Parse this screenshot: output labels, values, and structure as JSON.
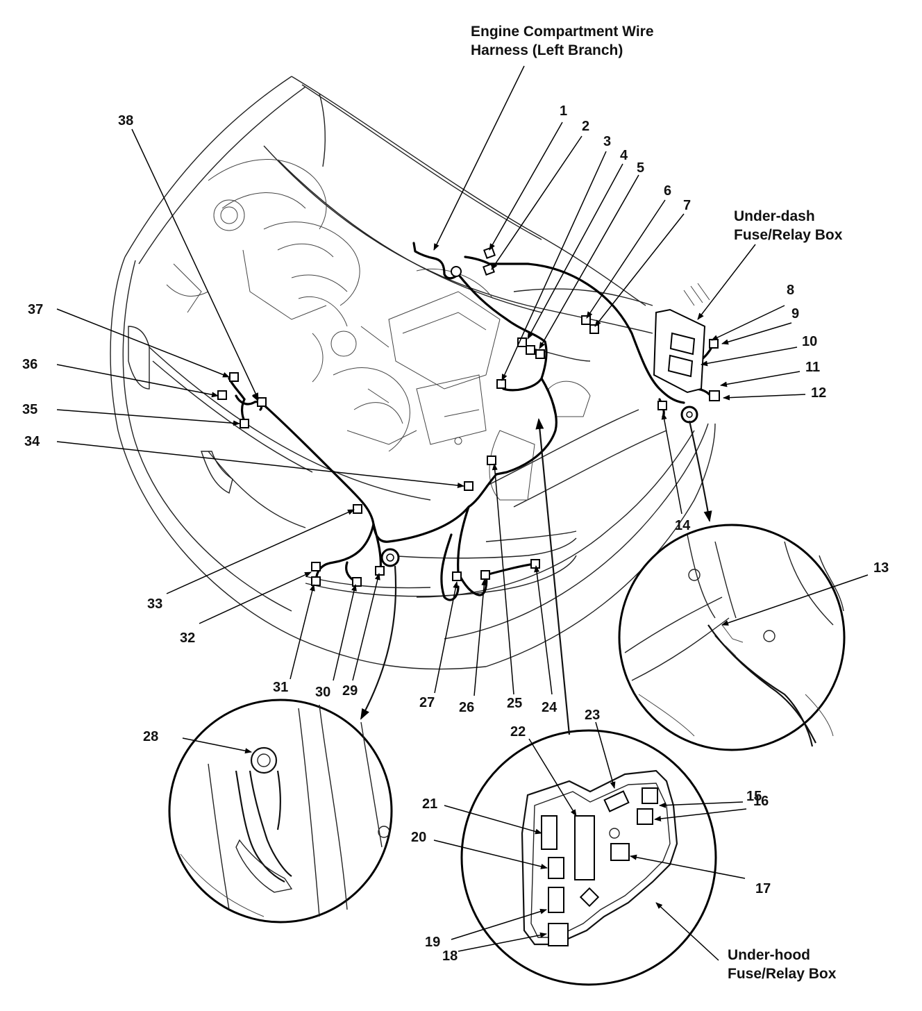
{
  "captions": {
    "engine_harness": [
      "Engine Compartment Wire",
      "Harness (Left Branch)"
    ],
    "under_dash": [
      "Under-dash",
      "Fuse/Relay Box"
    ],
    "under_hood": [
      "Under-hood",
      "Fuse/Relay Box"
    ]
  },
  "labels": [
    "1",
    "2",
    "3",
    "4",
    "5",
    "6",
    "7",
    "8",
    "9",
    "10",
    "11",
    "12",
    "13",
    "14",
    "15",
    "16",
    "17",
    "18",
    "19",
    "20",
    "21",
    "22",
    "23",
    "24",
    "25",
    "26",
    "27",
    "28",
    "29",
    "30",
    "31",
    "32",
    "33",
    "34",
    "35",
    "36",
    "37",
    "38"
  ]
}
